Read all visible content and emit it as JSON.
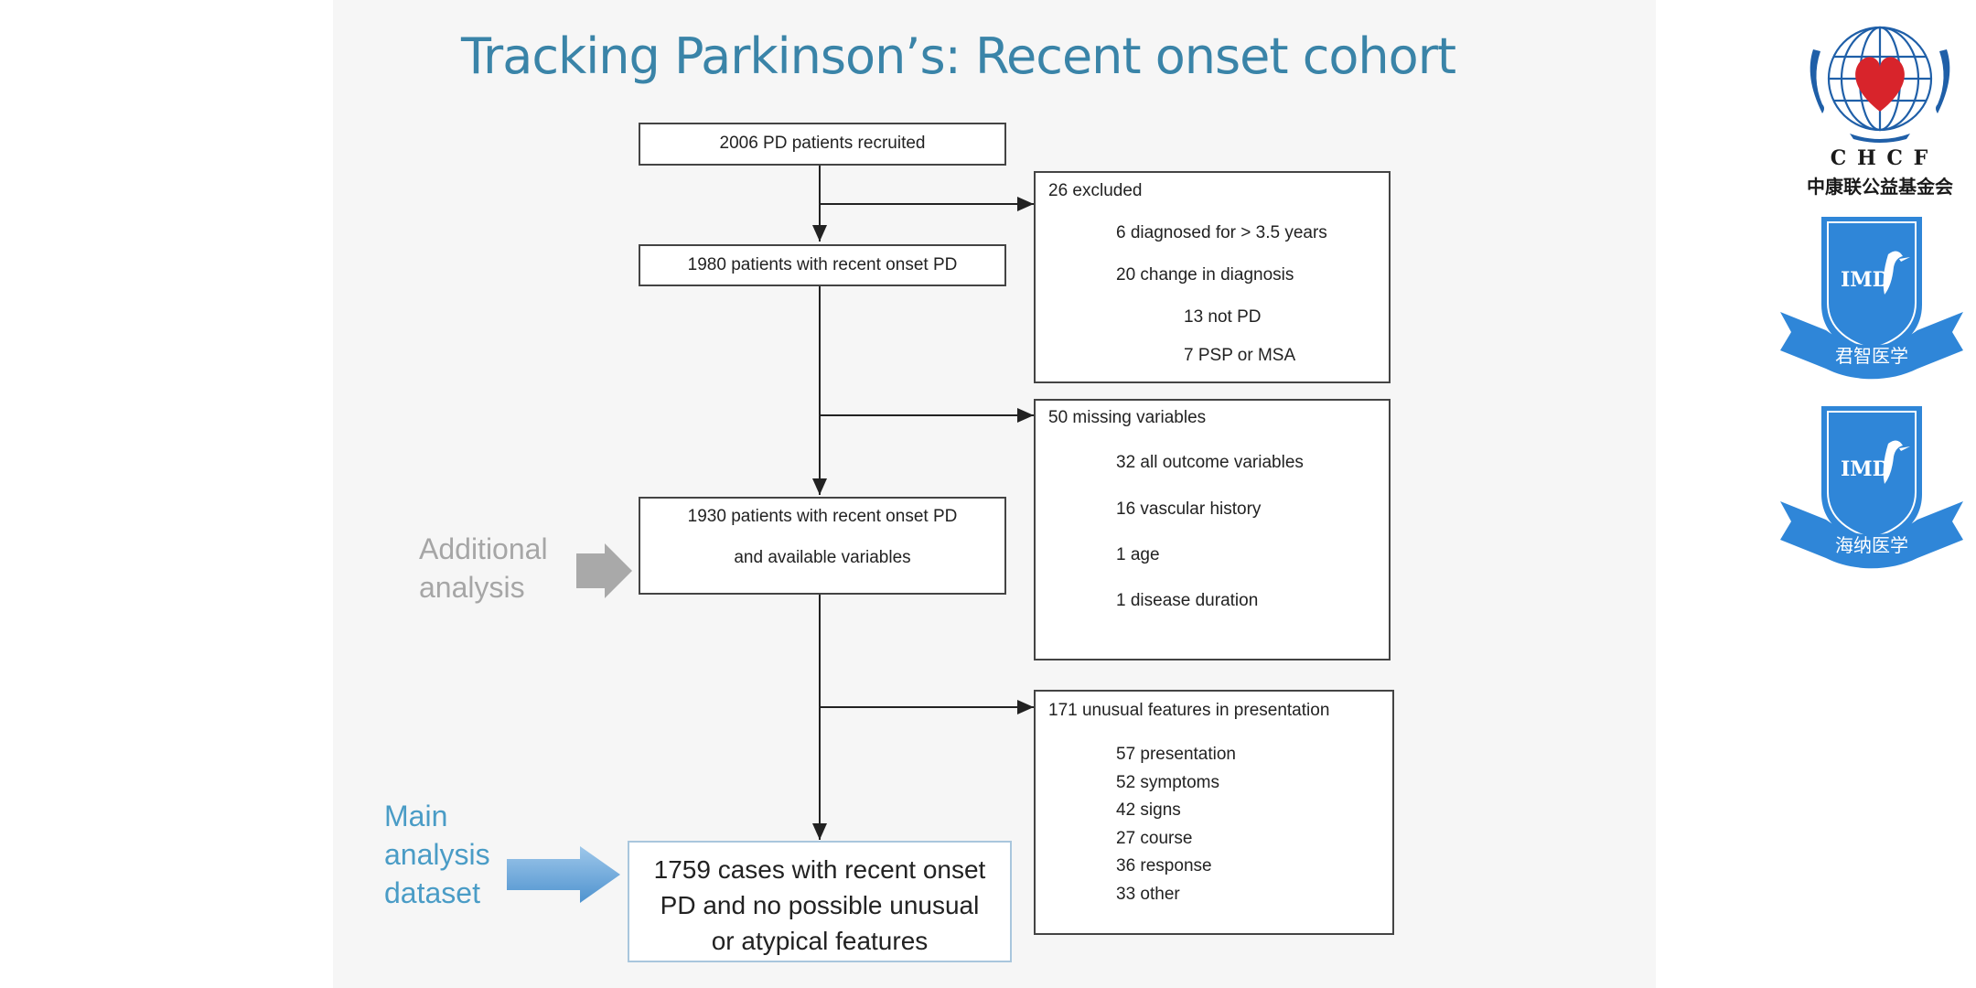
{
  "slide": {
    "title": "Tracking Parkinson’s: Recent onset cohort"
  },
  "flow": {
    "recruited": "2006 PD patients recruited",
    "recent_onset": "1980 patients with recent onset PD",
    "available_line1": "1930 patients with recent onset PD",
    "available_line2": "and available variables",
    "final_line1": "1759 cases with recent onset",
    "final_line2": "PD and no possible unusual",
    "final_line3": "or atypical features"
  },
  "excluded": {
    "heading": "26 excluded",
    "items": [
      "6 diagnosed for > 3.5 years",
      "20 change in diagnosis",
      "13 not PD",
      "7 PSP or MSA"
    ]
  },
  "missing": {
    "heading": "50 missing variables",
    "items": [
      "32 all outcome variables",
      "16 vascular history",
      "1 age",
      "1 disease duration"
    ]
  },
  "unusual": {
    "heading": "171 unusual features in presentation",
    "items": [
      "57 presentation",
      "52 symptoms",
      "42 signs",
      "27 course",
      "36 response",
      "33 other"
    ]
  },
  "notes": {
    "additional_line1": "Additional",
    "additional_line2": "analysis",
    "main_line1": "Main",
    "main_line2": "analysis",
    "main_line3": "dataset"
  },
  "logos": {
    "chcf_latin": "C H C F",
    "chcf_chinese": "中康联公益基金会",
    "imd_text": "IMD",
    "badge1_text": "君智医学",
    "badge2_text": "海纳医学"
  },
  "colors": {
    "title": "#3a84a8",
    "main_note": "#4a9cc6",
    "additional_note": "#a6a6a6",
    "badge_blue": "#2f86d8"
  }
}
